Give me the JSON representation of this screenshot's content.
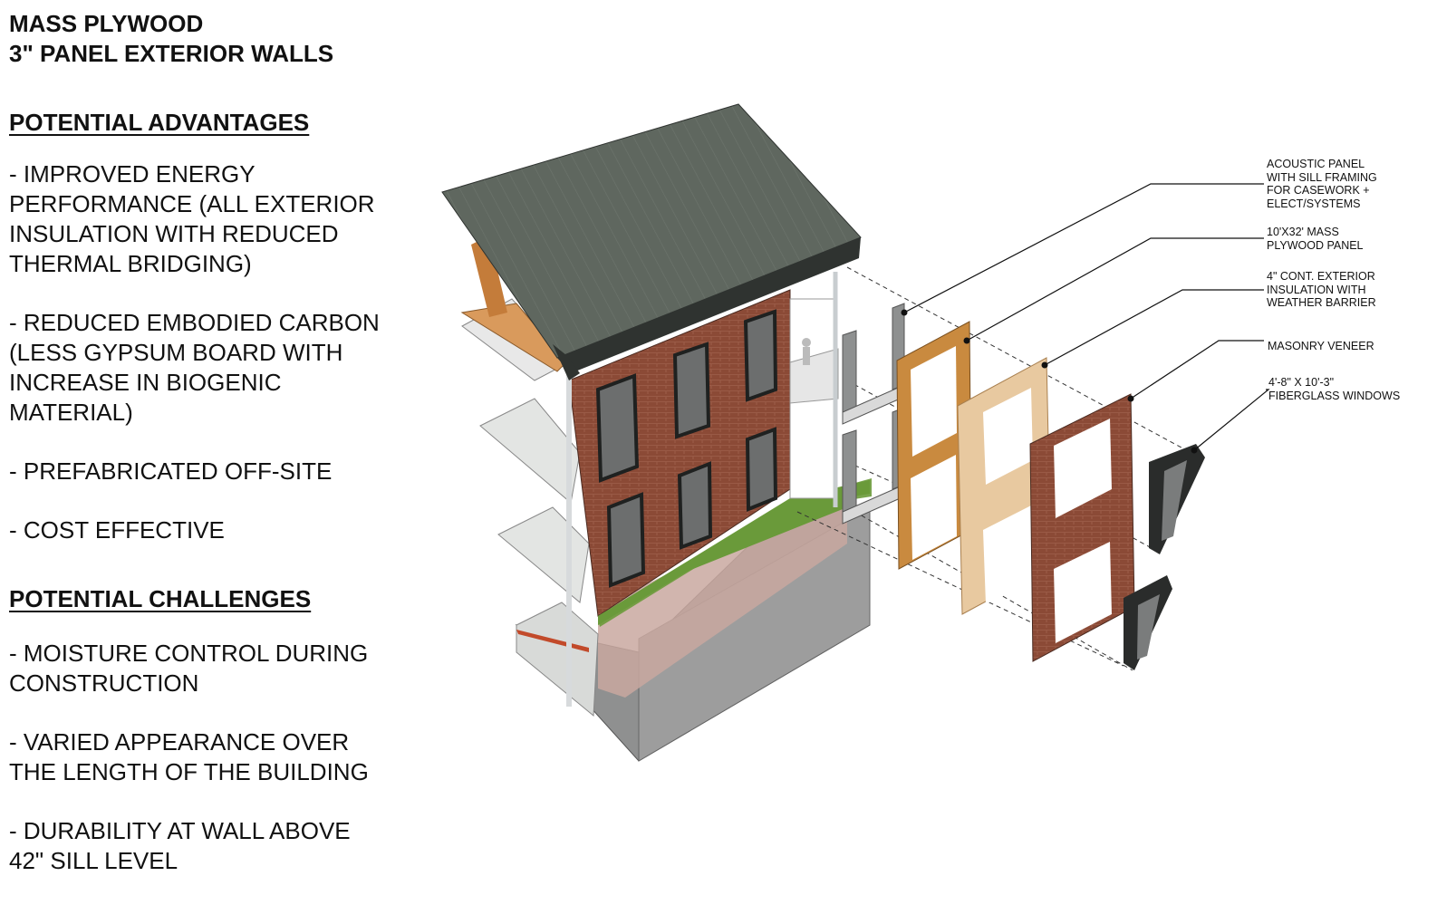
{
  "title": {
    "line1": "MASS PLYWOOD",
    "line2": "3\" PANEL EXTERIOR WALLS"
  },
  "advantages": {
    "heading": "POTENTIAL ADVANTAGES",
    "items": [
      "- IMPROVED ENERGY\nPERFORMANCE (ALL EXTERIOR\nINSULATION WITH REDUCED\nTHERMAL BRIDGING)",
      "- REDUCED EMBODIED CARBON\n(LESS GYPSUM BOARD WITH\nINCREASE IN BIOGENIC\nMATERIAL)",
      "- PREFABRICATED OFF-SITE",
      "- COST EFFECTIVE"
    ]
  },
  "challenges": {
    "heading": "POTENTIAL CHALLENGES",
    "items": [
      "- MOISTURE CONTROL DURING\nCONSTRUCTION",
      "- VARIED APPEARANCE OVER\nTHE LENGTH OF THE BUILDING",
      "- DURABILITY AT WALL ABOVE\n42\" SILL LEVEL"
    ]
  },
  "callouts": [
    "ACOUSTIC PANEL\nWITH SILL FRAMING\nFOR CASEWORK +\nELECT/SYSTEMS",
    "10'x32' MASS\nPLYWOOD PANEL",
    "4\" CONT. EXTERIOR\nINSULATION WITH\nWEATHER BARRIER",
    "MASONRY VENEER",
    "4'-8\" x 10'-3\"\nFIBERGLASS WINDOWS"
  ],
  "colors": {
    "brick": "#8b4a36",
    "roof": "#5f675f",
    "roof_edge": "#2f3330",
    "plywood": "#c98a3f",
    "insulation": "#e8c9a0",
    "grass": "#6a9a3a",
    "slab": "#e3e5e3",
    "window_frame": "#2a2c2b"
  }
}
